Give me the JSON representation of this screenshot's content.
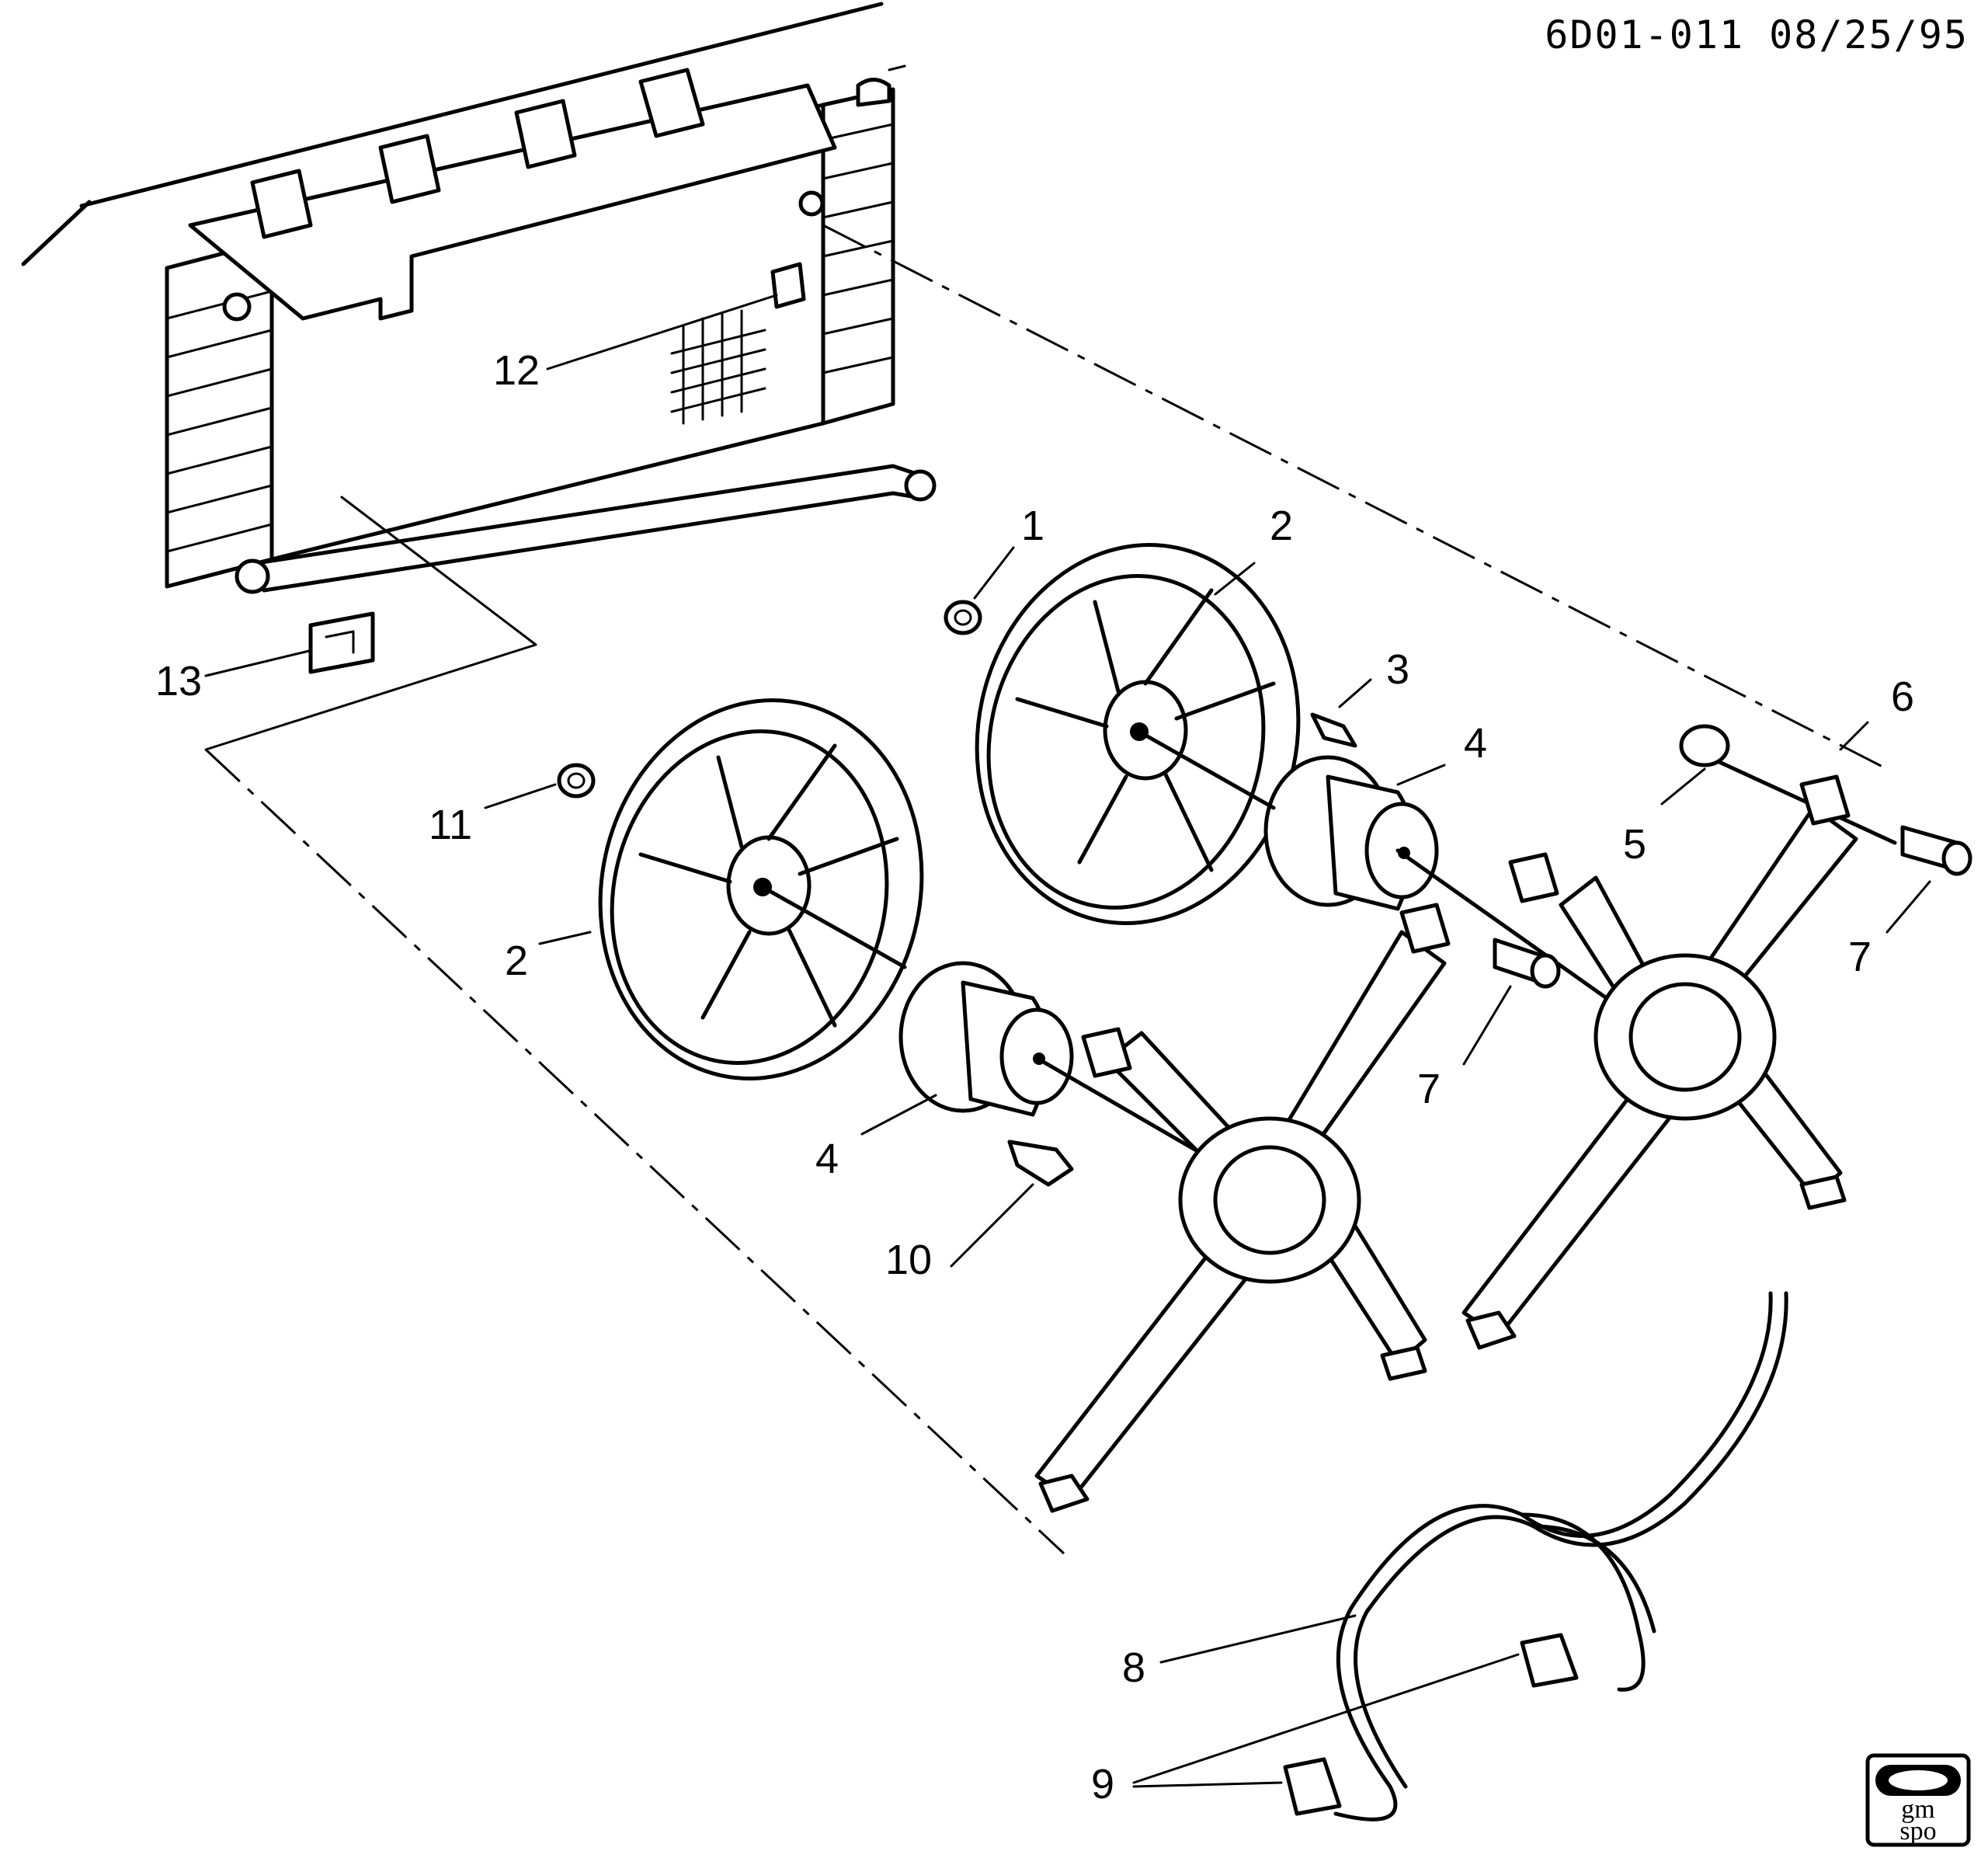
{
  "header": {
    "drawing_code": "6D01-011 08/25/95"
  },
  "callouts": [
    {
      "label": "1"
    },
    {
      "label": "2"
    },
    {
      "label": "3"
    },
    {
      "label": "4"
    },
    {
      "label": "6"
    },
    {
      "label": "5"
    },
    {
      "label": "7"
    },
    {
      "label": "11"
    },
    {
      "label": "2"
    },
    {
      "label": "7"
    },
    {
      "label": "4"
    },
    {
      "label": "10"
    },
    {
      "label": "12"
    },
    {
      "label": "13"
    },
    {
      "label": "8"
    },
    {
      "label": "9"
    }
  ],
  "logo": {
    "line1": "gm",
    "line2": "spo"
  }
}
